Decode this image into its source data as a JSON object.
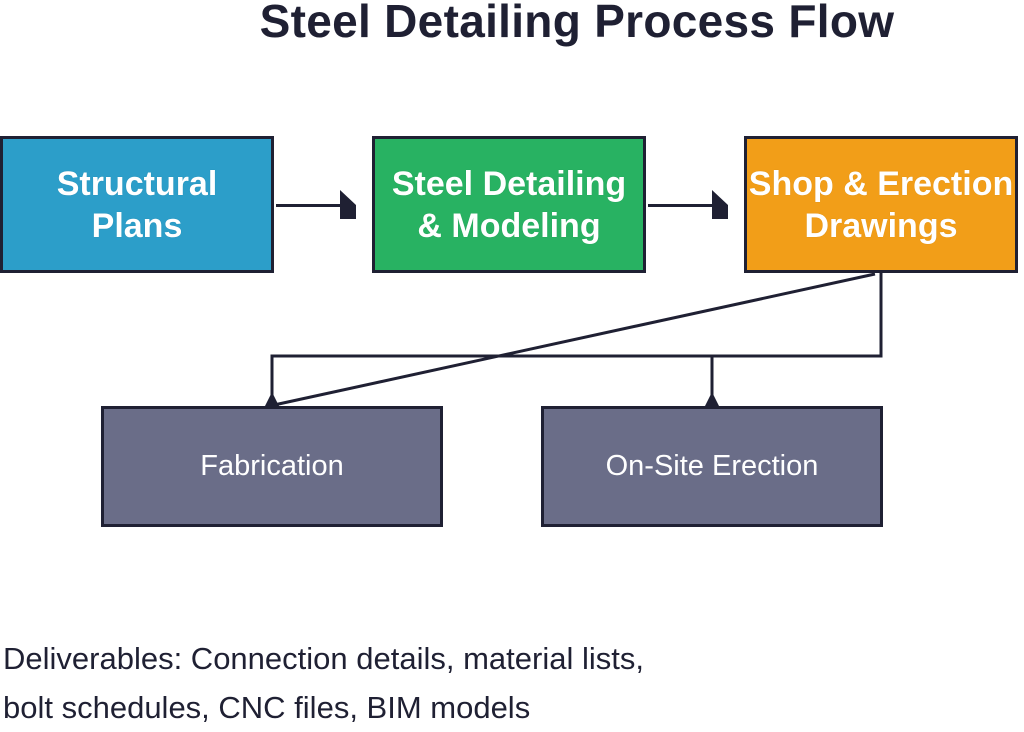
{
  "title": "Steel Detailing Process Flow",
  "steps": [
    {
      "id": "structural",
      "label": "Structural\nPlans",
      "color": "#2c9ec9"
    },
    {
      "id": "detailing",
      "label": "Steel Detailing\n& Modeling",
      "color": "#28b262"
    },
    {
      "id": "shop",
      "label": "Shop & Erection\nDrawings",
      "color": "#f29e18"
    }
  ],
  "outputs": [
    {
      "id": "fabrication",
      "label": "Fabrication"
    },
    {
      "id": "erection",
      "label": "On-Site Erection"
    }
  ],
  "footnote": {
    "line1": "Deliverables: Connection details, material lists,",
    "line2": "bolt schedules, CNC files, BIM models"
  },
  "colors": {
    "ink": "#1f2033",
    "output_box": "#6a6d88"
  }
}
